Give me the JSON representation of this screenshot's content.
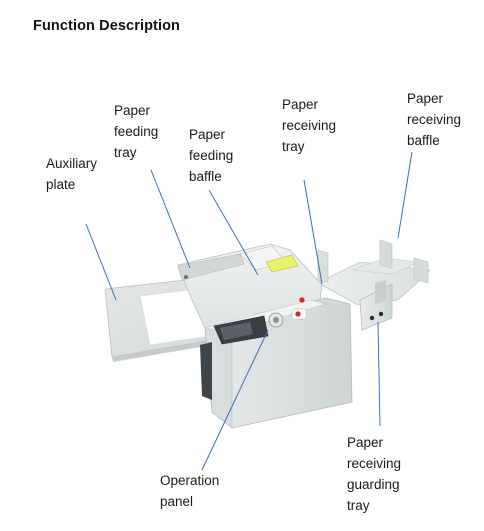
{
  "title": "Function Description",
  "labels": {
    "paper_feeding_tray": "Paper\nfeeding\ntray",
    "paper_feeding_baffle": "Paper\nfeeding\nbaffle",
    "paper_receiving_tray": "Paper\nreceiving\ntray",
    "paper_receiving_baffle": "Paper\nreceiving\nbaffle",
    "auxiliary_plate": "Auxiliary\nplate",
    "operation_panel": "Operation\npanel",
    "paper_receiving_guarding_tray": "Paper\nreceiving\nguarding\ntray"
  },
  "colors": {
    "leader_line": "#3a6fb5",
    "machine_body": "#e9ecec",
    "machine_shadow": "#c9cfcf",
    "panel_dark": "#3b3f44",
    "button_red": "#d8262a"
  }
}
